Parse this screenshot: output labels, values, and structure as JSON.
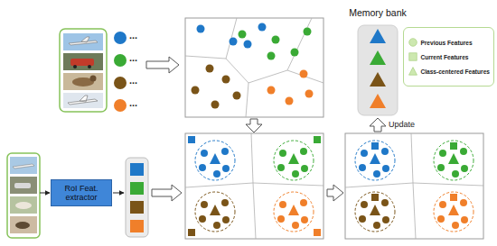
{
  "diagram": {
    "nodes": [
      {
        "text": [
          "Memory bank"
        ]
      },
      {
        "text": [
          "RoI Feat. extractor"
        ]
      }
    ],
    "edges": [],
    "labels": [
      "...",
      "...",
      "...",
      "...",
      "Update"
    ],
    "legend": [
      {
        "text": "Previous Features"
      },
      {
        "text": "Current Features"
      },
      {
        "text": "Class-centered Features"
      }
    ]
  }
}
